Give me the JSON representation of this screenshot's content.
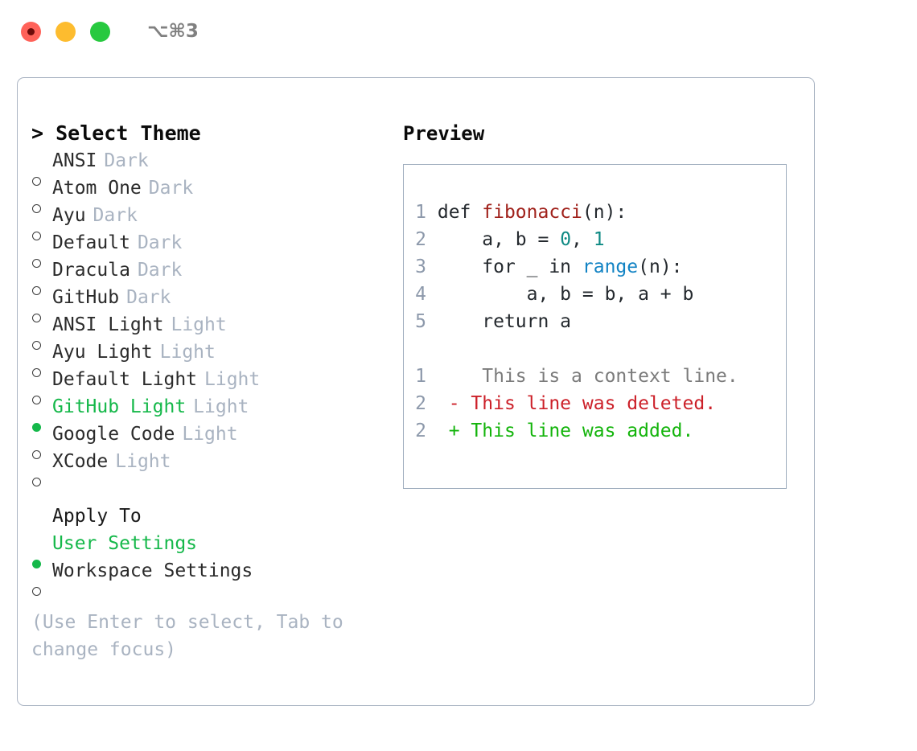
{
  "titlebar": {
    "shortcut": "⌥⌘3",
    "buttons": [
      {
        "name": "close",
        "color": "#ff6259"
      },
      {
        "name": "minimize",
        "color": "#fdbc2f"
      },
      {
        "name": "zoom",
        "color": "#27c93f"
      }
    ]
  },
  "theme_picker": {
    "header": "> Select Theme",
    "items": [
      {
        "label": "ANSI",
        "tag": "Dark",
        "selected": false
      },
      {
        "label": "Atom One",
        "tag": "Dark",
        "selected": false
      },
      {
        "label": "Ayu",
        "tag": "Dark",
        "selected": false
      },
      {
        "label": "Default",
        "tag": "Dark",
        "selected": false
      },
      {
        "label": "Dracula",
        "tag": "Dark",
        "selected": false
      },
      {
        "label": "GitHub",
        "tag": "Dark",
        "selected": false
      },
      {
        "label": "ANSI Light",
        "tag": "Light",
        "selected": false
      },
      {
        "label": "Ayu Light",
        "tag": "Light",
        "selected": false
      },
      {
        "label": "Default Light",
        "tag": "Light",
        "selected": false
      },
      {
        "label": "GitHub Light",
        "tag": "Light",
        "selected": true
      },
      {
        "label": "Google Code",
        "tag": "Light",
        "selected": false
      },
      {
        "label": "XCode",
        "tag": "Light",
        "selected": false
      }
    ]
  },
  "apply_to": {
    "header": "Apply To",
    "items": [
      {
        "label": "User Settings",
        "selected": true
      },
      {
        "label": "Workspace Settings",
        "selected": false
      }
    ]
  },
  "hint": "(Use Enter to select, Tab to change focus)",
  "preview": {
    "title": "Preview",
    "code_lines": [
      {
        "num": "1",
        "tokens": [
          {
            "text": "def ",
            "type": "keyword"
          },
          {
            "text": "fibonacci",
            "type": "function"
          },
          {
            "text": "(n):",
            "type": "punctuation"
          }
        ]
      },
      {
        "num": "2",
        "tokens": [
          {
            "text": "    a, b = ",
            "type": "plain"
          },
          {
            "text": "0",
            "type": "number"
          },
          {
            "text": ", ",
            "type": "plain"
          },
          {
            "text": "1",
            "type": "number"
          }
        ]
      },
      {
        "num": "3",
        "tokens": [
          {
            "text": "    for _ in ",
            "type": "plain"
          },
          {
            "text": "range",
            "type": "builtin"
          },
          {
            "text": "(n):",
            "type": "punctuation"
          }
        ]
      },
      {
        "num": "4",
        "tokens": [
          {
            "text": "        a, b = b, a + b",
            "type": "plain"
          }
        ]
      },
      {
        "num": "5",
        "tokens": [
          {
            "text": "    return a",
            "type": "plain"
          }
        ]
      }
    ],
    "diff_lines": [
      {
        "num": "1",
        "marker": " ",
        "text": "  This is a context line.",
        "kind": "context"
      },
      {
        "num": "2",
        "marker": "-",
        "text": " This line was deleted.",
        "kind": "deleted"
      },
      {
        "num": "2",
        "marker": "+",
        "text": " This line was added.",
        "kind": "added"
      }
    ]
  },
  "colors": {
    "accent_green": "#15b84a",
    "muted_tag": "#a9b3c1",
    "border": "#aab4c3",
    "diff_added": "#13b40b",
    "diff_deleted": "#cc2029",
    "diff_context": "#7b7b7b",
    "syntax_function": "#a0211b",
    "syntax_number": "#0f8a84",
    "syntax_builtin": "#1283c4"
  }
}
